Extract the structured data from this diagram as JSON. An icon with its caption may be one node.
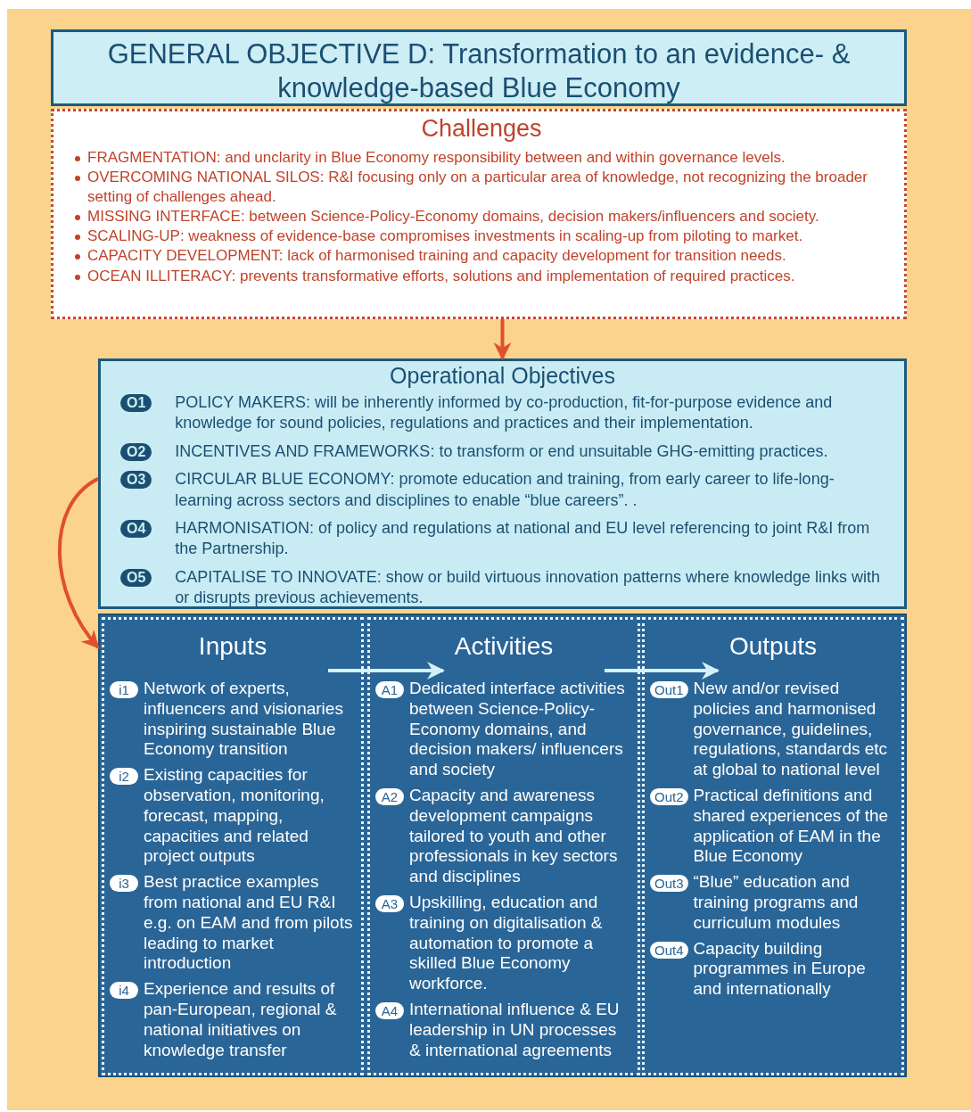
{
  "diagram": {
    "nodes": [
      {
        "text": [
          "GENERAL OBJECTIVE D: Transformation to an evidence- & knowledge-based Blue Economy"
        ]
      },
      {
        "text": [
          "Challenges",
          "FRAGMENTATION: and unclarity in Blue Economy responsibility between and within governance levels.",
          "OVERCOMING NATIONAL SILOS: R&I focusing only on a particular area of knowledge, not recognizing the broader setting of challenges ahead.",
          "MISSING INTERFACE: between Science-Policy-Economy domains, decision makers/influencers and society.",
          "SCALING-UP: weakness of evidence-base compromises investments in scaling-up from piloting to market.",
          "CAPACITY DEVELOPMENT: lack of harmonised training and capacity development for transition needs.",
          "OCEAN ILLITERACY: prevents transformative efforts, solutions and implementation of required practices."
        ]
      },
      {
        "text": [
          "Operational Objectives",
          "O1",
          "POLICY MAKERS: will be inherently informed by co-production, fit-for-purpose evidence and knowledge for sound policies, regulations and practices and their implementation.",
          "O2",
          "INCENTIVES AND FRAMEWORKS: to transform or end unsuitable GHG-emitting practices.",
          "O3",
          "CIRCULAR BLUE ECONOMY: promote education and training, from early career to life-long-learning across sectors and disciplines to enable “blue careers”. .",
          "O4",
          "HARMONISATION: of policy and regulations at national and EU level referencing to joint R&I from the Partnership.",
          "O5",
          "CAPITALISE TO INNOVATE: show or build virtuous innovation patterns where knowledge links with or disrupts previous achievements."
        ]
      },
      {
        "text": [],
        "shape": "box"
      },
      {
        "text": [
          "Inputs",
          "i1",
          "Network of experts, influencers and visionaries inspiring sustainable Blue Economy transition",
          "i2",
          "Existing capacities for observation, monitoring, forecast, mapping, capacities and related project outputs",
          "i3",
          "Best practice examples from national and EU R&I e.g. on EAM and from pilots leading to market introduction",
          "i4",
          "Experience and results of pan-European, regional & national initiatives on knowledge transfer"
        ],
        "in": 3
      },
      {
        "text": [
          "Activities",
          "A1",
          "Dedicated interface activities between Science-Policy-Economy domains, and decision makers/ influencers and society",
          "A2",
          "Capacity and awareness development campaigns tailored to youth and other professionals in key sectors and disciplines",
          "A3",
          "Upskilling, education and training on digitalisation & automation to promote a skilled Blue Economy workforce.",
          "A4",
          "International influence & EU leadership in UN processes & international agreements"
        ],
        "in": 3
      },
      {
        "text": [
          "Outputs",
          "Out1",
          "New and/or revised policies and harmonised governance, guidelines, regulations, standards etc at global to national level",
          "Out2",
          "Practical definitions and shared experiences of the application of EAM in the Blue Economy",
          "Out3",
          "“Blue” education and training programs and curriculum modules",
          "Out4",
          "Capacity building programmes in Europe and internationally"
        ],
        "in": 3
      }
    ],
    "edges": [
      {
        "from": 1,
        "to": 2,
        "arrow": "to",
        "color": "#e0502a"
      },
      {
        "from": 2,
        "to": 3,
        "arrow": "to",
        "color": "#e0502a"
      },
      {
        "from": 4,
        "to": 5,
        "arrow": "to",
        "color": "#d6f0f7"
      },
      {
        "from": 5,
        "to": 6,
        "arrow": "to",
        "color": "#d6f0f7"
      }
    ]
  }
}
